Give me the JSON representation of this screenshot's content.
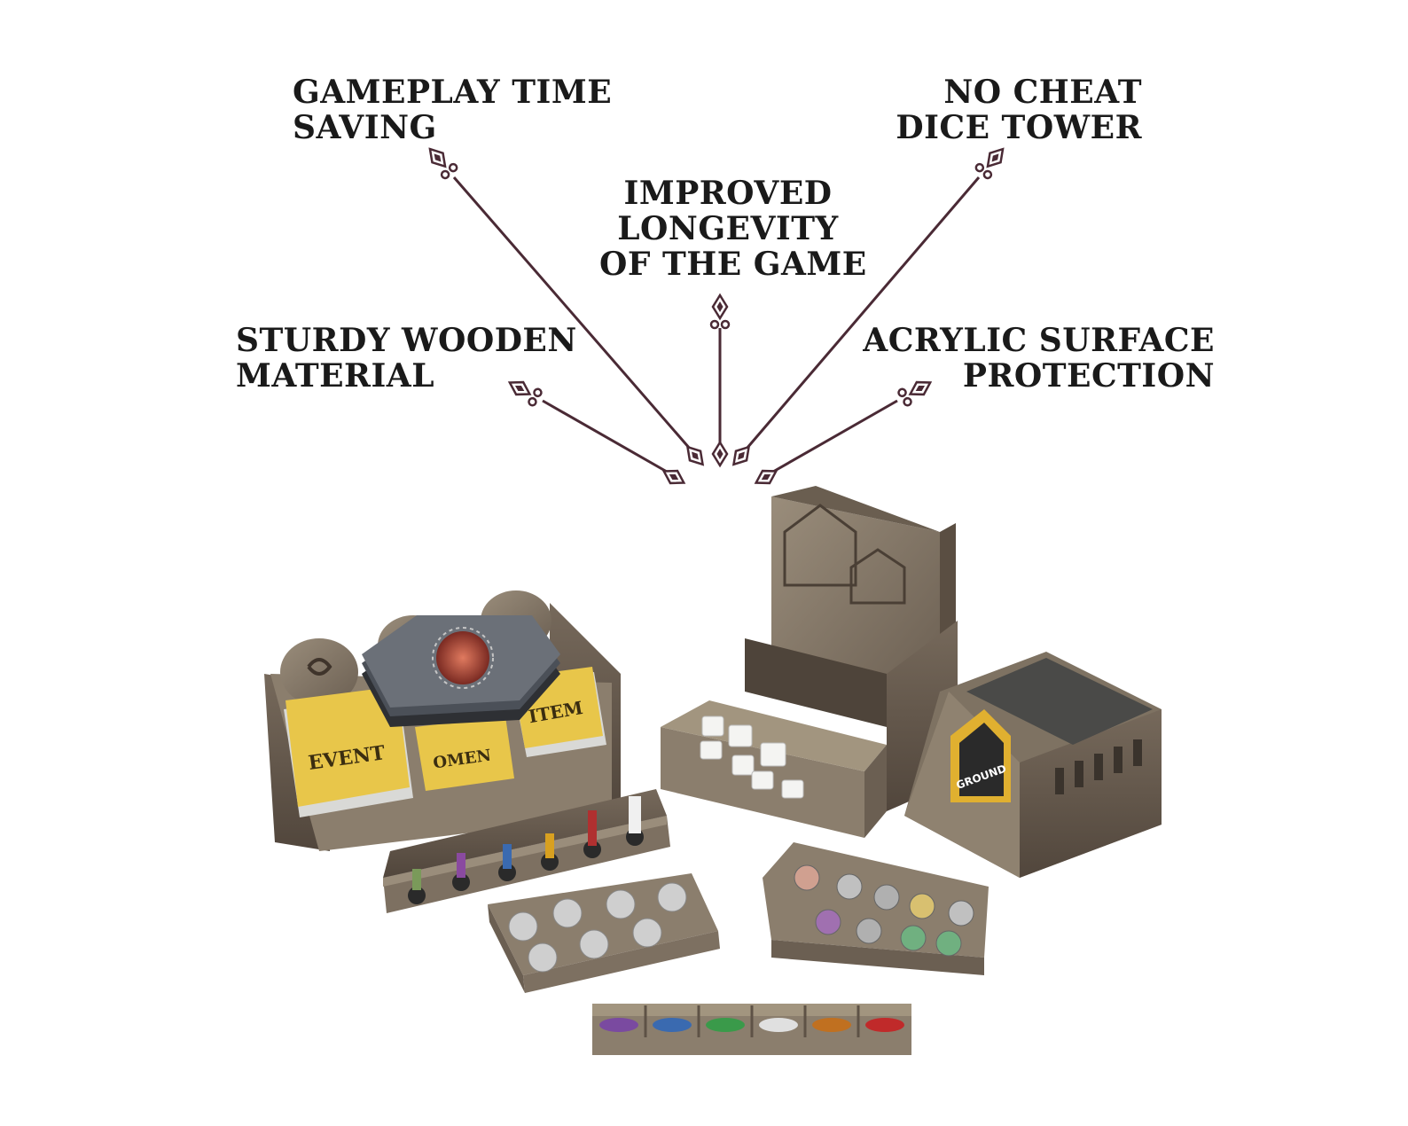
{
  "features": {
    "gameplay": {
      "lines": [
        "GAMEPLAY TIME",
        "SAVING"
      ]
    },
    "nocheat": {
      "lines": [
        "NO CHEAT",
        "DICE TOWER"
      ]
    },
    "longevity": {
      "lines": [
        "IMPROVED",
        "LONGEVITY",
        "OF THE GAME"
      ]
    },
    "sturdy": {
      "lines": [
        "STURDY WOODEN",
        "MATERIAL"
      ]
    },
    "acrylic": {
      "lines": [
        "ACRYLIC SURFACE",
        "PROTECTION"
      ]
    }
  },
  "product_labels": {
    "event_card": "EVENT",
    "omen_card": "OMEN",
    "item_card": "ITEM",
    "ground_tile": "GROUND"
  },
  "colors": {
    "text": "#1a1a1a",
    "arrow": "#4a2a35",
    "wood_light": "#8a7d6c",
    "wood_dark": "#5e5246",
    "card_yellow": "#e8c64a",
    "dice": "#f4f4f2"
  }
}
